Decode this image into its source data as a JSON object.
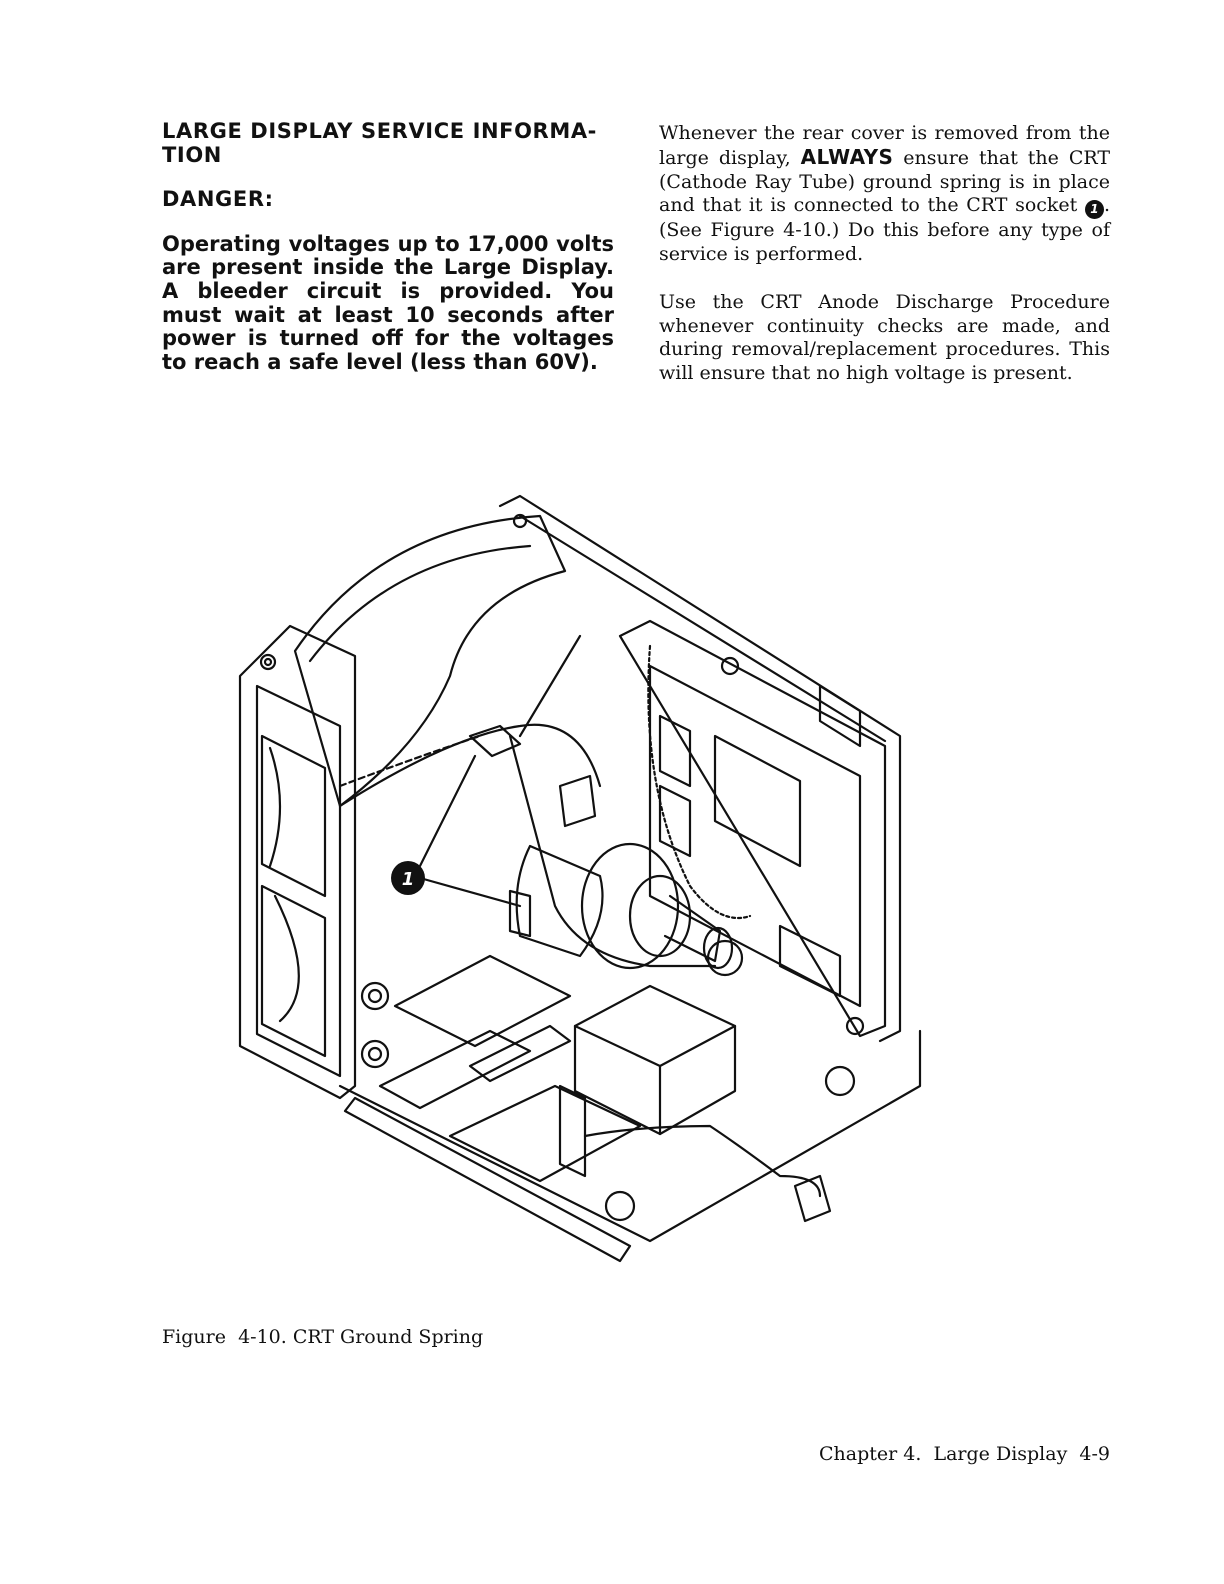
{
  "left_column": {
    "section_title": "LARGE DISPLAY SERVICE INFORMA- TION",
    "danger_label": "DANGER:",
    "danger_text": "Operating voltages up to 17,000 volts are present inside the Large Display. A bleeder circuit is provided. You must wait at least 10 seconds after power is turned off for the voltages to reach a safe level (less than 60V)."
  },
  "right_column": {
    "paragraph1_part1": "Whenever the rear cover is removed from the large display,",
    "paragraph1_emphasis": "ALWAYS",
    "paragraph1_part2": "ensure that the CRT (Cathode Ray Tube) ground spring is in place and that it is connected to the CRT socket",
    "paragraph1_callout": "1",
    "paragraph1_part3": ". (See Figure 4-10.) Do this before any type of service is performed.",
    "paragraph2": "Use the CRT Anode Discharge Procedure whenever continuity checks are made, and during removal/replacement procedures. This will ensure that no high voltage is present."
  },
  "figure": {
    "callout_number": "1",
    "caption": "Figure  4-10. CRT Ground Spring"
  },
  "footer": {
    "text": "Chapter 4.  Large Display  4-9"
  }
}
